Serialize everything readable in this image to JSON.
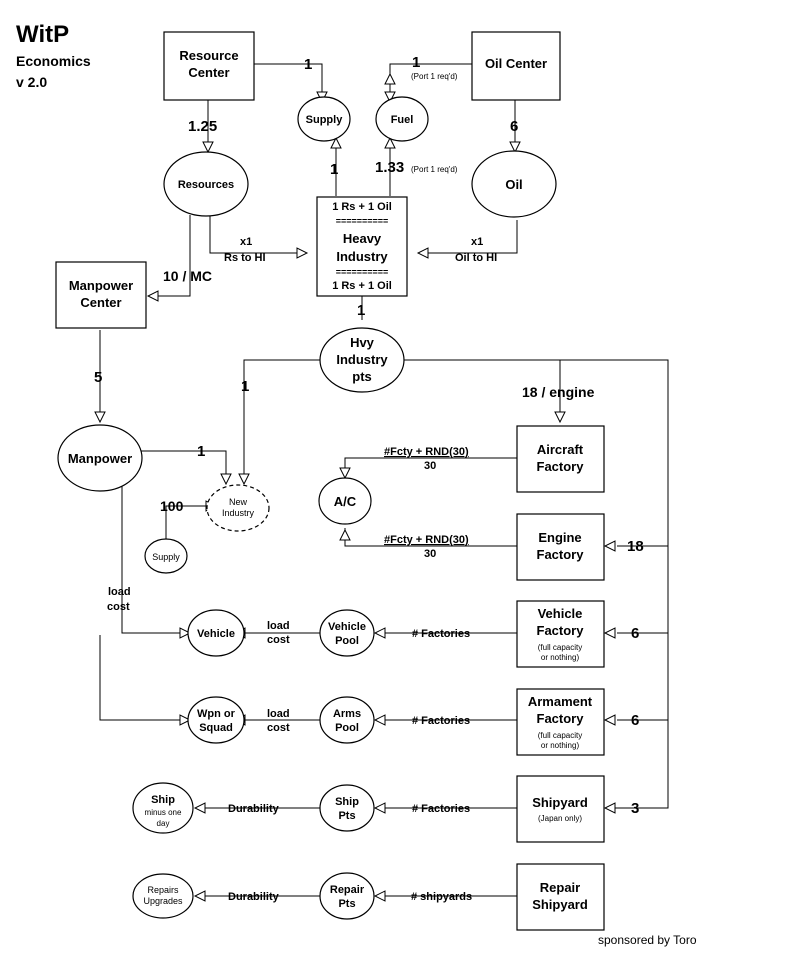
{
  "header": {
    "title": "WitP",
    "subtitle": "Economics",
    "version": "v 2.0"
  },
  "nodes": {
    "resource_center": [
      "Resource",
      "Center"
    ],
    "oil_center": [
      "Oil Center"
    ],
    "supply": [
      "Supply"
    ],
    "fuel": [
      "Fuel"
    ],
    "resources": [
      "Resources"
    ],
    "oil": [
      "Oil"
    ],
    "heavy_industry": {
      "top": "1 Rs + 1 Oil",
      "sep": "==========",
      "name": [
        "Heavy",
        "Industry"
      ],
      "bottom": "1 Rs + 1 Oil"
    },
    "manpower_center": [
      "Manpower",
      "Center"
    ],
    "hvy_industry_pts": [
      "Hvy",
      "Industry",
      "pts"
    ],
    "manpower": [
      "Manpower"
    ],
    "aircraft_factory": [
      "Aircraft",
      "Factory"
    ],
    "ac": [
      "A/C"
    ],
    "new_industry": [
      "New",
      "Industry"
    ],
    "supply_small": [
      "Supply"
    ],
    "engine_factory": [
      "Engine",
      "Factory"
    ],
    "vehicle": [
      "Vehicle"
    ],
    "vehicle_pool": [
      "Vehicle",
      "Pool"
    ],
    "vehicle_factory": {
      "name": [
        "Vehicle",
        "Factory"
      ],
      "note": [
        "(full capacity",
        "or nothing)"
      ]
    },
    "wpn_squad": [
      "Wpn or",
      "Squad"
    ],
    "arms_pool": [
      "Arms",
      "Pool"
    ],
    "armament_factory": {
      "name": [
        "Armament",
        "Factory"
      ],
      "note": [
        "(full capacity",
        "or nothing)"
      ]
    },
    "ship": {
      "name": [
        "Ship"
      ],
      "note": [
        "minus one",
        "day"
      ]
    },
    "ship_pts": [
      "Ship",
      "Pts"
    ],
    "shipyard": {
      "name": [
        "Shipyard"
      ],
      "note": [
        "(Japan only)"
      ]
    },
    "repairs": [
      "Repairs",
      "Upgrades"
    ],
    "repair_pts": [
      "Repair",
      "Pts"
    ],
    "repair_shipyard": [
      "Repair",
      "Shipyard"
    ]
  },
  "edges": {
    "rc_supply": "1",
    "oc_fuel": "1",
    "oc_fuel_note": "(Port 1 req'd)",
    "rc_resources": "1.25",
    "oc_oil": "6",
    "hi_supply": "1",
    "hi_fuel": "1.33",
    "hi_fuel_note": "(Port 1 req'd)",
    "res_hi": [
      "x1",
      "Rs to HI"
    ],
    "oil_hi": [
      "x1",
      "Oil to HI"
    ],
    "res_mc": "10 / MC",
    "hi_pts": "1",
    "mc_manpower": "5",
    "pts_newind": "1",
    "pts_af": "18 / engine",
    "manpower_newind": "1",
    "af_ac": [
      "#Fcty + RND(30)",
      "30"
    ],
    "ef_ac": [
      "#Fcty + RND(30)",
      "30"
    ],
    "supply_newind": "100",
    "bus_ef": "18",
    "manpower_load": [
      "load",
      "cost"
    ],
    "vp_vehicle": [
      "load",
      "cost"
    ],
    "vf_vp": "# Factories",
    "bus_vf": "6",
    "ap_wpn": [
      "load",
      "cost"
    ],
    "armf_ap": "# Factories",
    "bus_armf": "6",
    "sp_ship": "Durability",
    "sy_sp": "# Factories",
    "bus_sy": "3",
    "rp_repairs": "Durability",
    "rs_rp": "# shipyards"
  },
  "footer": {
    "credit": "sponsored by Toro"
  }
}
